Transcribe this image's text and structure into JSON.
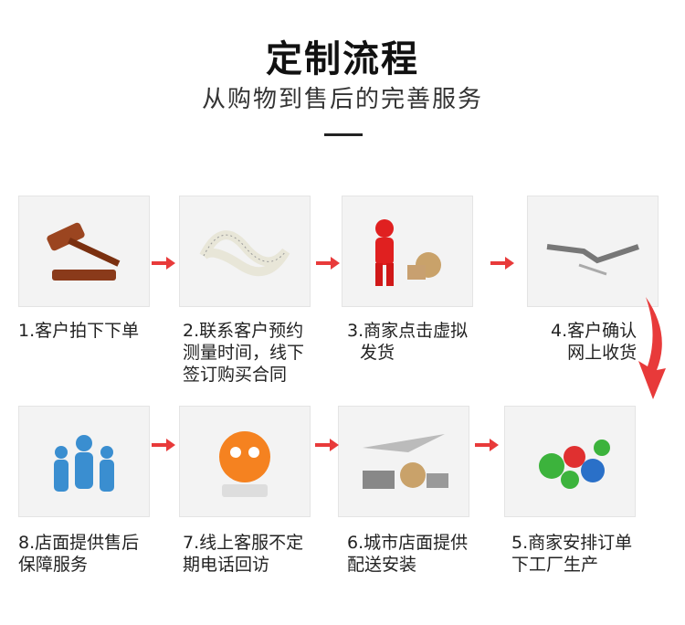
{
  "header": {
    "title": "定制流程",
    "subtitle": "从购物到售后的完善服务"
  },
  "steps": [
    {
      "line1": "1.客户拍下下单",
      "line2": "",
      "line3": "",
      "icon": "gavel-icon"
    },
    {
      "line1": "2.联系客户预约",
      "line2": "测量时间，线下",
      "line3": "签订购买合同",
      "icon": "tape-measure-icon"
    },
    {
      "line1": "3.商家点击虚拟",
      "line2": "发货",
      "line3": "",
      "icon": "delivery-figure-icon"
    },
    {
      "line1": "4.客户确认",
      "line2": "网上收货",
      "line3": "",
      "icon": "handshake-icon"
    },
    {
      "line1": "5.商家安排订单",
      "line2": "下工厂生产",
      "line3": "",
      "icon": "gears-icon"
    },
    {
      "line1": "6.城市店面提供",
      "line2": "配送安装",
      "line3": "",
      "icon": "logistics-icon"
    },
    {
      "line1": "7.线上客服不定",
      "line2": "期电话回访",
      "line3": "",
      "icon": "customer-service-icon"
    },
    {
      "line1": "8.店面提供售后",
      "line2": "保障服务",
      "line3": "",
      "icon": "support-team-icon"
    }
  ],
  "colors": {
    "accent": "#e83a3a"
  }
}
